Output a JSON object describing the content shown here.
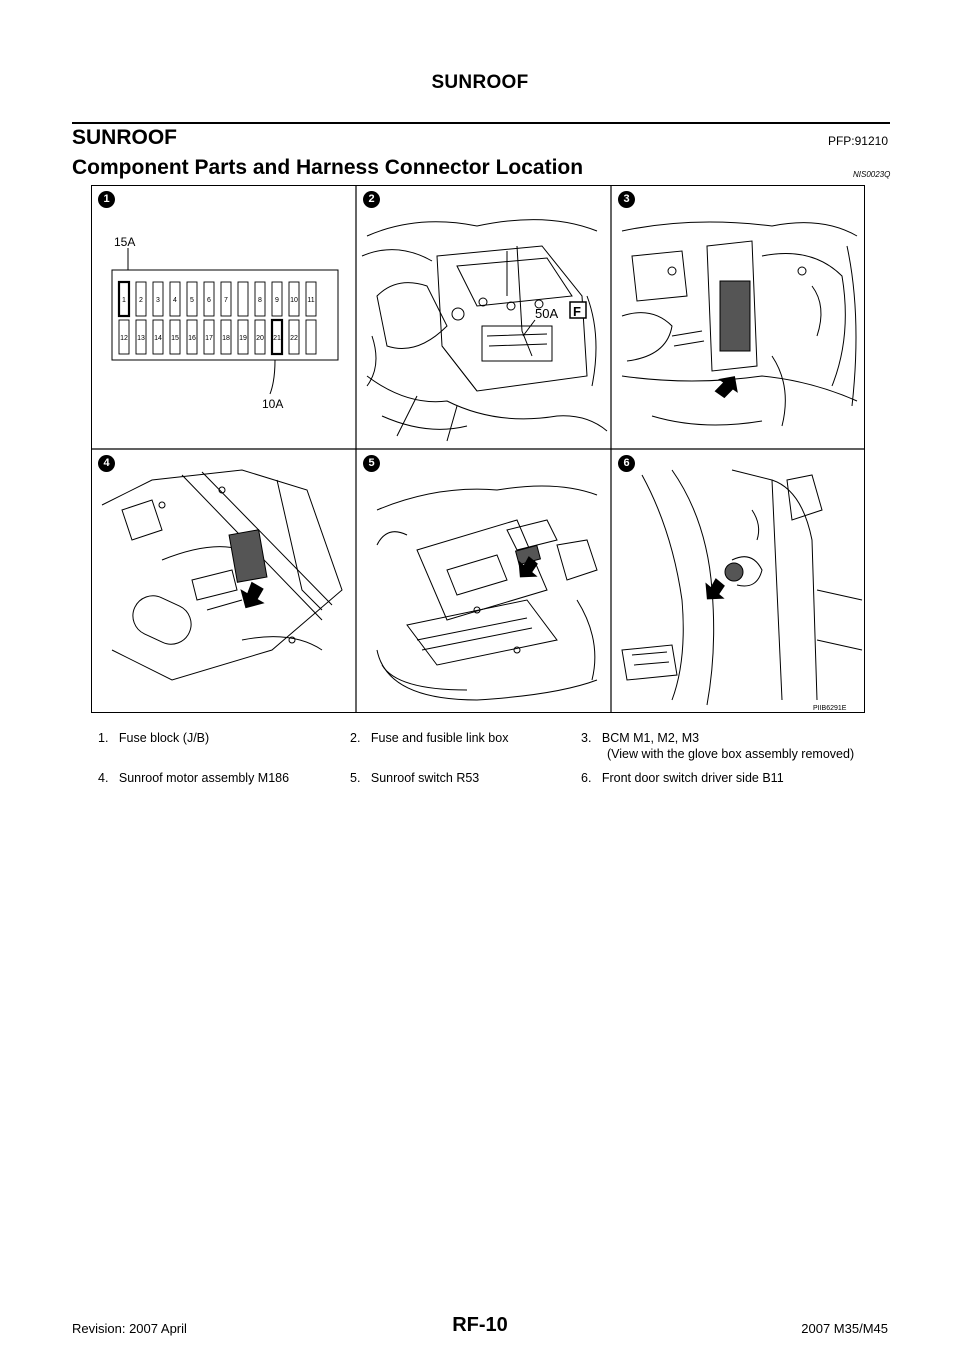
{
  "header": {
    "running_title": "SUNROOF"
  },
  "section": {
    "title": "SUNROOF",
    "pfp": "PFP:91210"
  },
  "subsection": {
    "title": "Component Parts and Harness Connector Location",
    "code": "NIS0023Q"
  },
  "figure": {
    "code": "PIIB6291E",
    "panels": [
      "1",
      "2",
      "3",
      "4",
      "5",
      "6"
    ],
    "fuse_block": {
      "label_15a": "15A",
      "label_10a": "10A",
      "top_row": [
        "1",
        "2",
        "3",
        "4",
        "5",
        "6",
        "7",
        "",
        "8",
        "9",
        "10",
        "11"
      ],
      "bottom_row": [
        "12",
        "13",
        "14",
        "15",
        "16",
        "17",
        "18",
        "19",
        "20",
        "21",
        "22",
        ""
      ]
    },
    "fusible_link": {
      "amp": "50A",
      "tag": "F"
    }
  },
  "captions": [
    {
      "num": "1.",
      "text": "Fuse block (J/B)"
    },
    {
      "num": "2.",
      "text": "Fuse and fusible link box"
    },
    {
      "num": "3.",
      "text": "BCM M1, M2, M3",
      "text2": "(View with the glove box assembly removed)"
    },
    {
      "num": "4.",
      "text": "Sunroof motor assembly M186"
    },
    {
      "num": "5.",
      "text": "Sunroof switch R53"
    },
    {
      "num": "6.",
      "text": "Front door switch driver side B11"
    }
  ],
  "footer": {
    "revision": "Revision: 2007 April",
    "page": "RF-10",
    "model": "2007 M35/M45"
  }
}
